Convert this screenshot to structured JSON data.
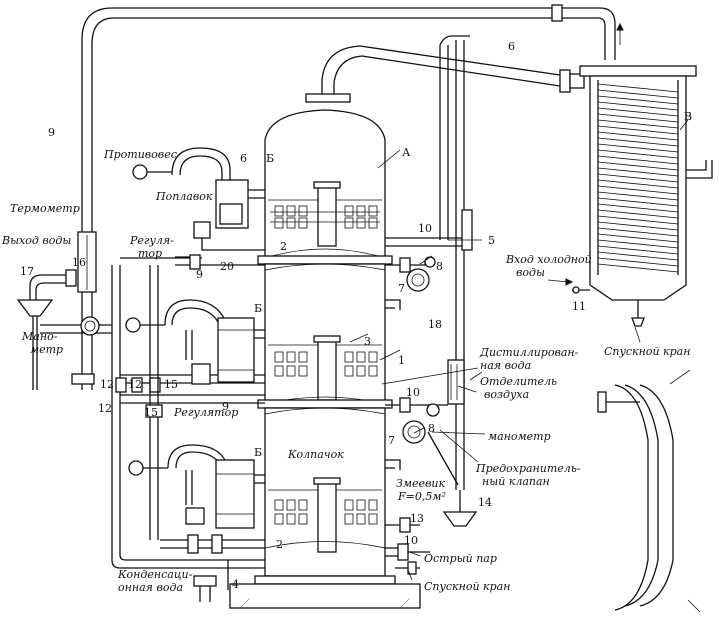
{
  "labels": {
    "protivoves": "Противовес",
    "poplavok": "Поплавок",
    "termometr": "Термометр",
    "vyhod_vody": "Выход воды",
    "regulyator_top_1": "Регуля-",
    "regulyator_top_2": "тор",
    "manometr_left_1": "Мано-",
    "manometr_left_2": "метр",
    "regulyator_mid": "Регулятор",
    "kolpachok": "Колпачок",
    "kondensat_1": "Конденсаци-",
    "kondensat_2": "онная вода",
    "distill_1": "Дистиллирован-",
    "distill_2": "ная вода",
    "otdelitel_1": "Отделитель",
    "otdelitel_2": "воздуха",
    "manometr_right": "манометр",
    "predohr_1": "Предохранитель-",
    "predohr_2": "ный клапан",
    "zmeevik_1": "Змеевик",
    "zmeevik_2": "F=0,5м²",
    "ostryi_par": "Острый пар",
    "spusknoi_kran_bottom": "Спускной кран",
    "spusknoi_kran_right": "Спускной кран",
    "vhod_1": "Вход холодной",
    "vhod_2": "воды"
  },
  "numbers": {
    "n1": "1",
    "n2a": "2",
    "n2b": "2",
    "n3": "3",
    "n4": "4",
    "n5": "5",
    "n6a": "6",
    "n6b": "6",
    "n7a": "7",
    "n7b": "7",
    "n8a": "8",
    "n8b": "8",
    "n9a": "9",
    "n9b": "9",
    "n9c": "9",
    "n10a": "10",
    "n10b": "10",
    "n10c": "10",
    "n11": "11",
    "n12a": "12",
    "n12b": "12",
    "n12c": "12",
    "n13": "13",
    "n14": "14",
    "n15a": "15",
    "n15b": "15",
    "n16": "16",
    "n17": "17",
    "n18": "18",
    "n20": "20",
    "nA": "А",
    "nB": "Б",
    "nB2": "Б",
    "nB3": "Б",
    "nV": "В"
  }
}
